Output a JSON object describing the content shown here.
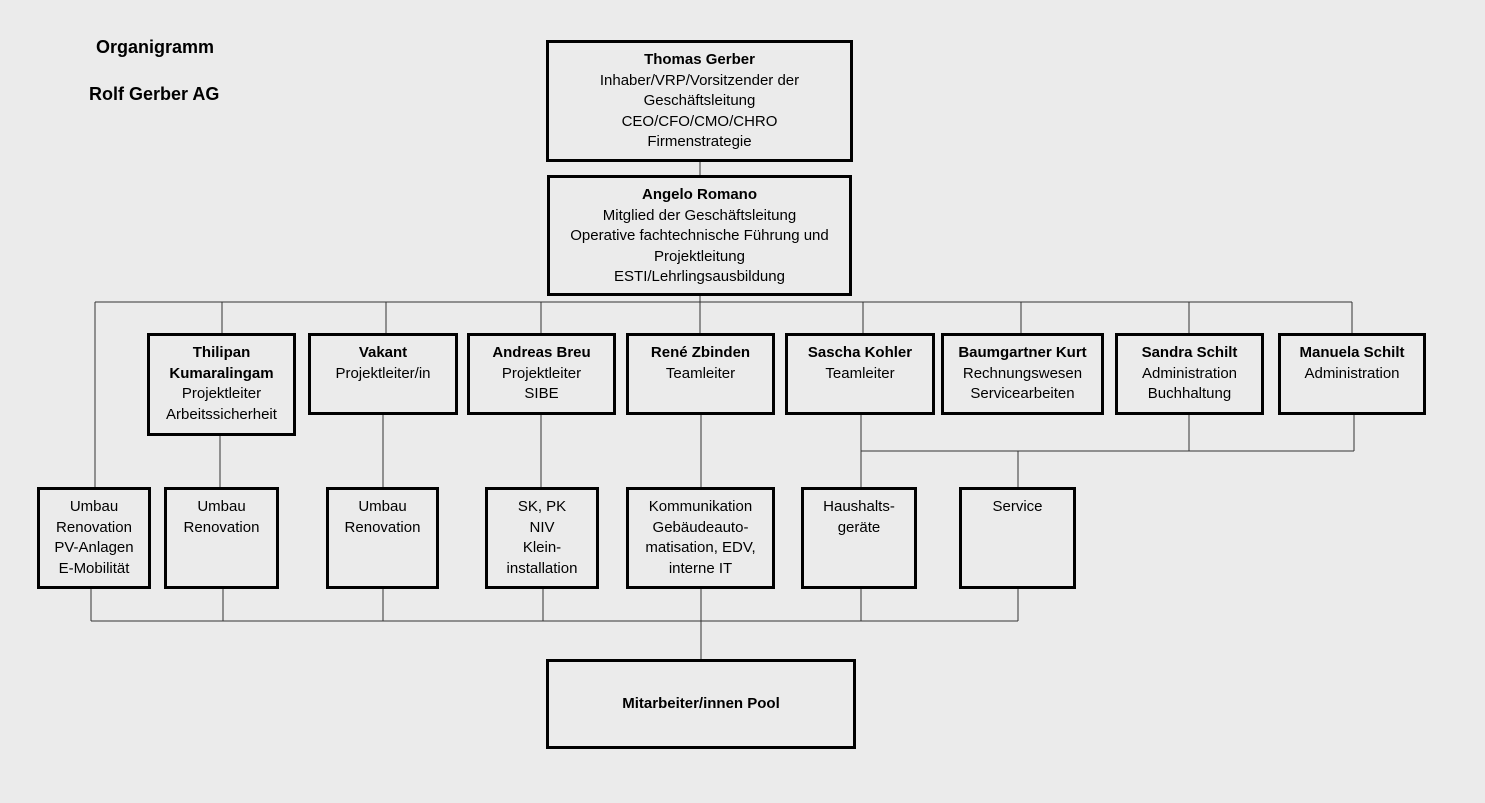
{
  "header": {
    "title": "Organigramm",
    "company": "Rolf Gerber AG"
  },
  "ceo": {
    "name": "Thomas Gerber",
    "lines": [
      "Inhaber/VRP/Vorsitzender der",
      "Geschäftsleitung",
      "CEO/CFO/CMO/CHRO",
      "Firmenstrategie"
    ]
  },
  "coo": {
    "name": "Angelo Romano",
    "lines": [
      "Mitglied der Geschäftsleitung",
      "Operative fachtechnische Führung und",
      "Projektleitung",
      "ESTI/Lehrlingsausbildung"
    ]
  },
  "managers": [
    {
      "name_lines": [
        "Thilipan",
        "Kumaralingam"
      ],
      "lines": [
        "Projektleiter",
        "Arbeitssicherheit"
      ]
    },
    {
      "name_lines": [
        "Vakant"
      ],
      "lines": [
        "Projektleiter/in"
      ]
    },
    {
      "name_lines": [
        "Andreas Breu"
      ],
      "lines": [
        "Projektleiter",
        "SIBE"
      ]
    },
    {
      "name_lines": [
        "René Zbinden"
      ],
      "lines": [
        "Teamleiter"
      ]
    },
    {
      "name_lines": [
        "Sascha Kohler"
      ],
      "lines": [
        "Teamleiter"
      ]
    },
    {
      "name_lines": [
        "Baumgartner Kurt"
      ],
      "lines": [
        "Rechnungswesen",
        "Servicearbeiten"
      ]
    },
    {
      "name_lines": [
        "Sandra Schilt"
      ],
      "lines": [
        "Administration",
        "Buchhaltung"
      ]
    },
    {
      "name_lines": [
        "Manuela Schilt"
      ],
      "lines": [
        "Administration"
      ]
    }
  ],
  "departments": [
    {
      "lines": [
        "Umbau",
        "Renovation",
        "PV-Anlagen",
        "E-Mobilität"
      ]
    },
    {
      "lines": [
        "Umbau",
        "Renovation"
      ]
    },
    {
      "lines": [
        "Umbau",
        "Renovation"
      ]
    },
    {
      "lines": [
        "SK, PK",
        "NIV",
        "Klein-",
        "installation"
      ]
    },
    {
      "lines": [
        "Kommunikation",
        "Gebäudeauto-",
        "matisation, EDV,",
        "interne IT"
      ]
    },
    {
      "lines": [
        "Haushalts-",
        "geräte"
      ]
    },
    {
      "lines": [
        "Service"
      ]
    }
  ],
  "pool": {
    "label": "Mitarbeiter/innen Pool"
  }
}
